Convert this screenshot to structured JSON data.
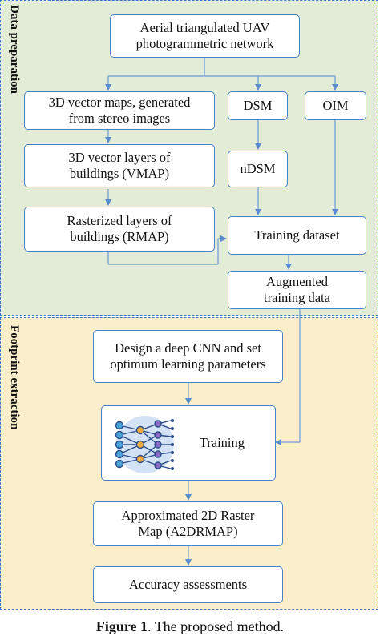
{
  "panels": {
    "data_preparation": "Data preparation",
    "footprint_extraction": "Footprint extraction"
  },
  "nodes": {
    "aerial": "Aerial triangulated UAV\nphotogrammetric network",
    "vector_maps": "3D vector maps, generated\nfrom stereo images",
    "dsm": "DSM",
    "oim": "OIM",
    "vector_layers": "3D vector layers of\nbuildings (VMAP)",
    "ndsm": "nDSM",
    "rasterized": "Rasterized layers of\nbuildings (RMAP)",
    "training_dataset": "Training dataset",
    "augmented": "Augmented\ntraining data",
    "design_cnn": "Design a deep CNN and set\noptimum learning parameters",
    "training": "Training",
    "approximated": "Approximated 2D Raster\nMap (A2DRMAP)",
    "accuracy": "Accuracy assessments"
  },
  "icons": {
    "training": "neural-network-icon"
  },
  "caption": {
    "label": "Figure 1",
    "text": ". The proposed method."
  }
}
